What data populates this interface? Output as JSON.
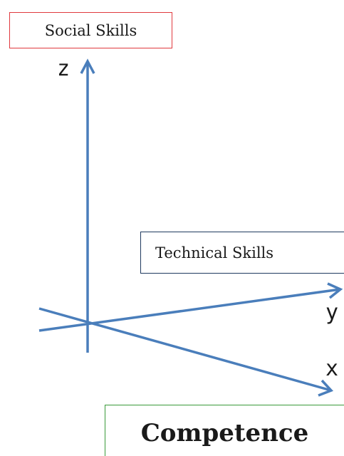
{
  "diagram": {
    "boxes": {
      "social": "Social Skills",
      "technical": "Technical Skills",
      "competence": "Competence"
    },
    "axes": {
      "z": "z",
      "y": "y",
      "x": "x"
    },
    "colors": {
      "axis": "#4a7ebb",
      "social_border": "#e0393e",
      "technical_border": "#1f3a5f",
      "competence_border": "#3a9a3a"
    }
  }
}
